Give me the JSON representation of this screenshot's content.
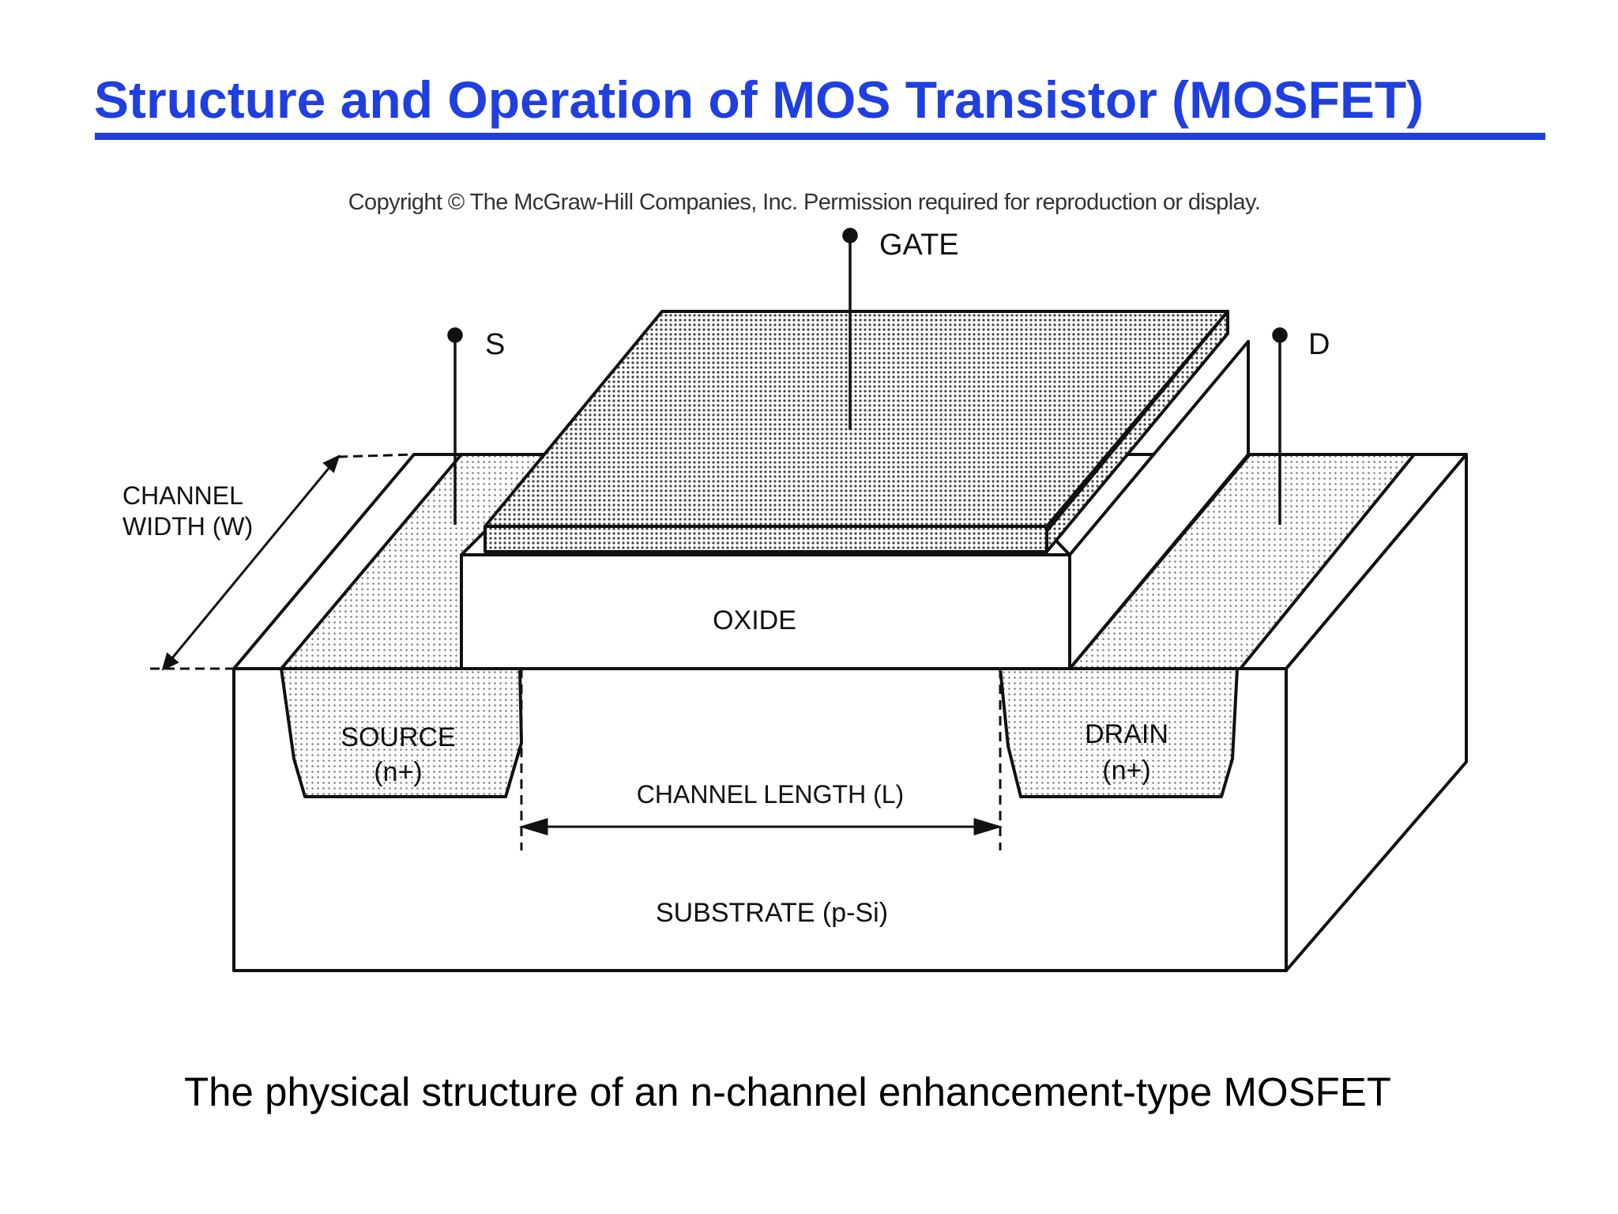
{
  "slide": {
    "title": "Structure and Operation of MOS Transistor (MOSFET)",
    "copyright": "Copyright © The McGraw-Hill Companies, Inc. Permission required for reproduction or display.",
    "caption": "The physical structure of an n-channel enhancement-type MOSFET"
  },
  "diagram": {
    "labels": {
      "gate": "GATE",
      "source_terminal": "S",
      "drain_terminal": "D",
      "channel_width_line1": "CHANNEL",
      "channel_width_line2": "WIDTH (W)",
      "oxide": "OXIDE",
      "source": "SOURCE",
      "source_doping": "(n+)",
      "drain": "DRAIN",
      "drain_doping": "(n+)",
      "channel_length": "CHANNEL LENGTH  (L)",
      "substrate": "SUBSTRATE  (p-Si)"
    }
  },
  "colors": {
    "title": "#1f3fe0",
    "line": "#111111",
    "dot_fill": "#555555"
  }
}
